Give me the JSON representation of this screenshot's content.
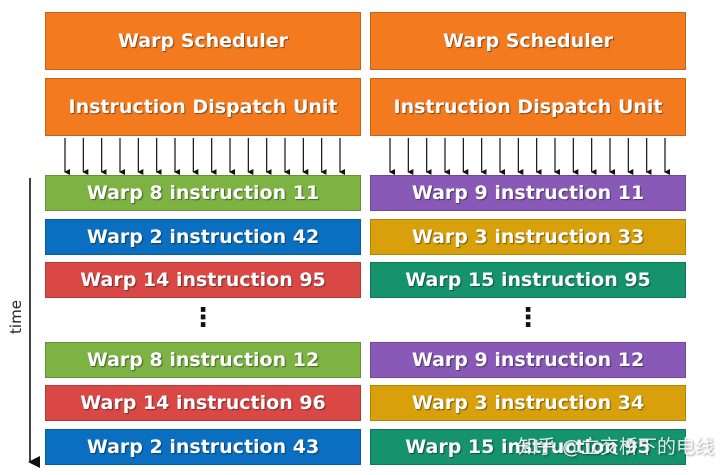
{
  "colors": {
    "header_orange": "#f47a1f",
    "green": "#7cb342",
    "blue": "#0a6fc0",
    "red": "#d94845",
    "purple": "#8859b6",
    "gold": "#d8a00a",
    "teal": "#15936b"
  },
  "time_label": "time",
  "left": {
    "scheduler": "Warp Scheduler",
    "dispatch": "Instruction Dispatch Unit",
    "rows_top": [
      {
        "label": "Warp 8 instruction 11",
        "color": "#7cb342"
      },
      {
        "label": "Warp 2 instruction 42",
        "color": "#0a6fc0"
      },
      {
        "label": "Warp 14 instruction 95",
        "color": "#d94845"
      }
    ],
    "ellipsis": "⋮",
    "rows_bottom": [
      {
        "label": "Warp 8 instruction 12",
        "color": "#7cb342"
      },
      {
        "label": "Warp 14 instruction 96",
        "color": "#d94845"
      },
      {
        "label": "Warp 2 instruction 43",
        "color": "#0a6fc0"
      }
    ]
  },
  "right": {
    "scheduler": "Warp Scheduler",
    "dispatch": "Instruction Dispatch Unit",
    "rows_top": [
      {
        "label": "Warp 9 instruction 11",
        "color": "#8859b6"
      },
      {
        "label": "Warp 3 instruction 33",
        "color": "#d8a00a"
      },
      {
        "label": "Warp 15 instruction 95",
        "color": "#15936b"
      }
    ],
    "ellipsis": "⋮",
    "rows_bottom": [
      {
        "label": "Warp 9 instruction 12",
        "color": "#8859b6"
      },
      {
        "label": "Warp 3 instruction 34",
        "color": "#d8a00a"
      },
      {
        "label": "Warp 15 instruction 95",
        "color": "#15936b"
      }
    ]
  },
  "watermark": "知乎 @立交桥下的电线"
}
